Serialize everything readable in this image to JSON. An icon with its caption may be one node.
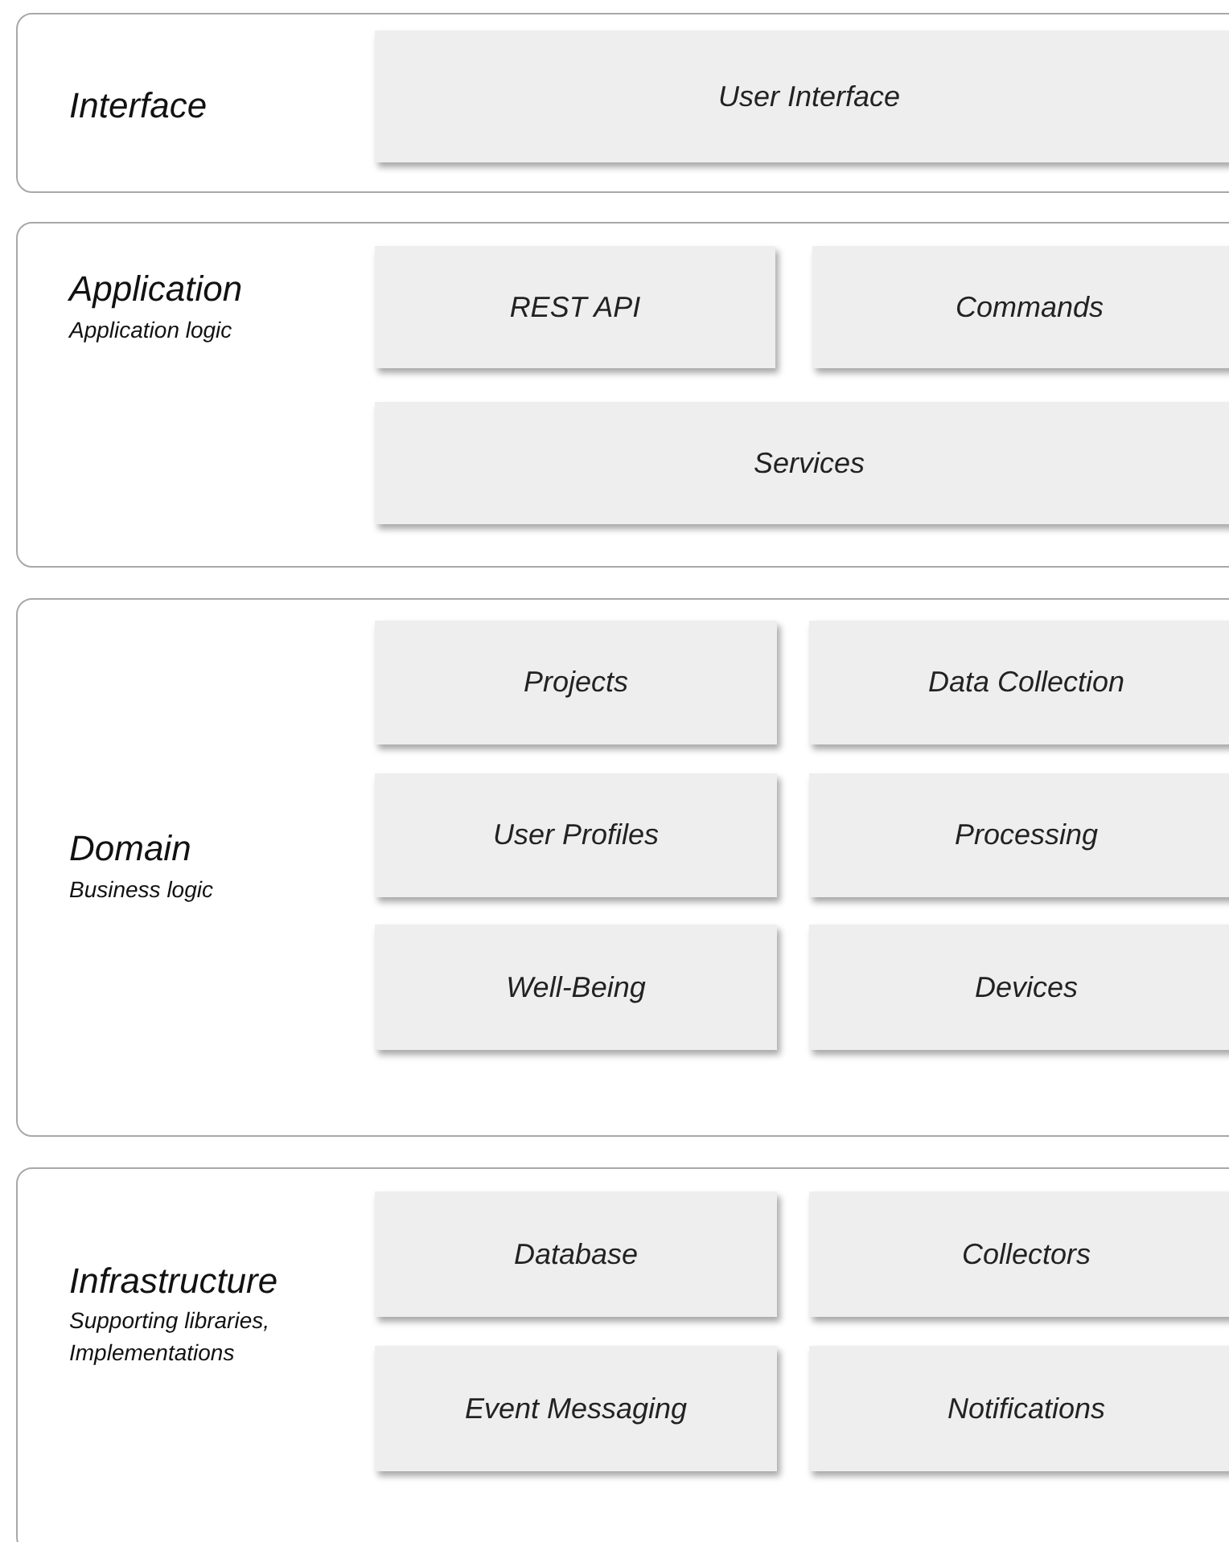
{
  "diagram": {
    "nodes": [
      {
        "text": [
          "Interface"
        ]
      },
      {
        "text": [
          "User Interface"
        ],
        "in": 0
      },
      {
        "text": [
          "Application",
          "Application logic"
        ]
      },
      {
        "text": [
          "REST API"
        ],
        "in": 2
      },
      {
        "text": [
          "Commands"
        ],
        "in": 2
      },
      {
        "text": [
          "Services"
        ],
        "in": 2
      },
      {
        "text": [
          "Domain",
          "Business logic"
        ]
      },
      {
        "text": [
          "Projects"
        ],
        "in": 6
      },
      {
        "text": [
          "Data Collection"
        ],
        "in": 6
      },
      {
        "text": [
          "User Profiles"
        ],
        "in": 6
      },
      {
        "text": [
          "Processing"
        ],
        "in": 6
      },
      {
        "text": [
          "Well-Being"
        ],
        "in": 6
      },
      {
        "text": [
          "Devices"
        ],
        "in": 6
      },
      {
        "text": [
          "Infrastructure",
          "Supporting libraries, Implementations"
        ]
      },
      {
        "text": [
          "Database"
        ],
        "in": 13
      },
      {
        "text": [
          "Collectors"
        ],
        "in": 13
      },
      {
        "text": [
          "Event Messaging"
        ],
        "in": 13
      },
      {
        "text": [
          "Notifications"
        ],
        "in": 13
      }
    ]
  }
}
